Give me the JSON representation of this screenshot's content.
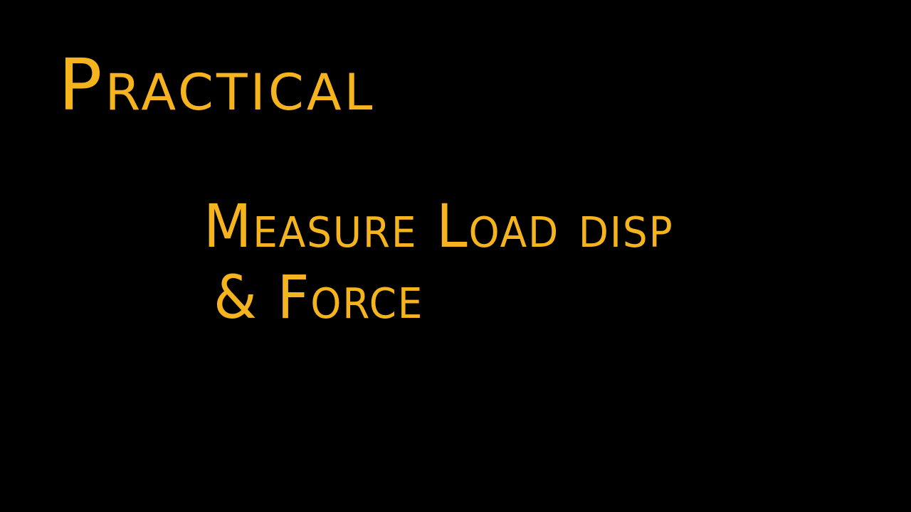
{
  "slide": {
    "title": "Practical",
    "body_line_1": "Measure Load disp",
    "body_line_2": "& Force",
    "ink_color": "#f5b41d",
    "background_color": "#000000"
  }
}
